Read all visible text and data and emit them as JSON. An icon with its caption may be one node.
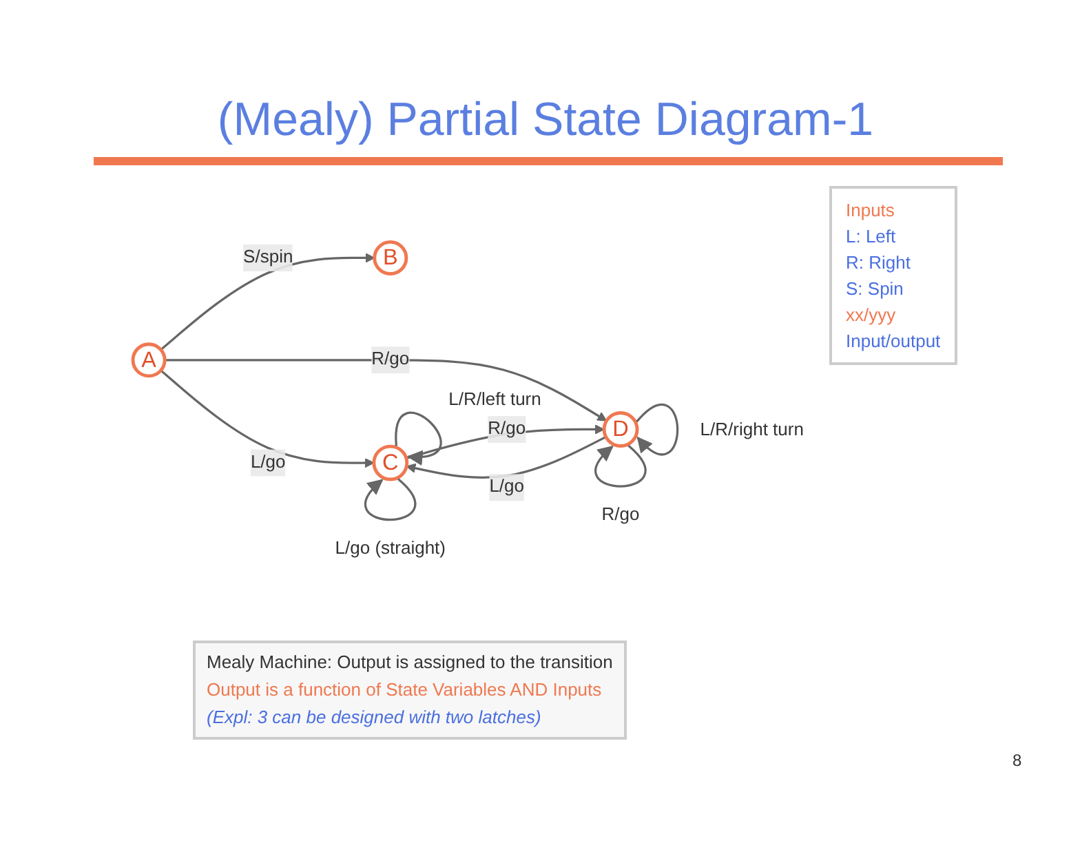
{
  "diagram": {
    "title": "(Mealy) Partial State Diagram-1",
    "nodes": [
      {
        "text": [
          "A"
        ]
      },
      {
        "text": [
          "B"
        ]
      },
      {
        "text": [
          "C"
        ]
      },
      {
        "text": [
          "D"
        ]
      }
    ],
    "edges": [
      {
        "from": 0,
        "to": 2,
        "arrow": "to",
        "label": "L/go"
      },
      {
        "from": 0,
        "to": 3,
        "arrow": "to",
        "label": "R/go"
      },
      {
        "from": 0,
        "to": 1,
        "arrow": "to",
        "label": "S/spin"
      },
      {
        "from": 2,
        "to": 2,
        "arrow": "to",
        "label": "L/go (straight)"
      },
      {
        "from": 2,
        "to": 2,
        "arrow": "to",
        "label": "L/R/left turn"
      },
      {
        "from": 3,
        "to": 2,
        "arrow": "to",
        "label": "L/go"
      },
      {
        "from": 2,
        "to": 3,
        "arrow": "to",
        "label": "R/go"
      },
      {
        "from": 3,
        "to": 3,
        "arrow": "to",
        "label": "L/R/right turn"
      },
      {
        "from": 3,
        "to": 3,
        "arrow": "to",
        "label": "R/go"
      }
    ],
    "labels": [
      "Inputs",
      "L: Left",
      "R: Right",
      "S: Spin",
      "xx/yyy",
      "Input/output",
      "Mealy Machine: Output is assigned to the transition",
      "Output is a function of State Variables AND Inputs",
      "(Expl: 3 can be designed with two latches)",
      "8"
    ]
  }
}
